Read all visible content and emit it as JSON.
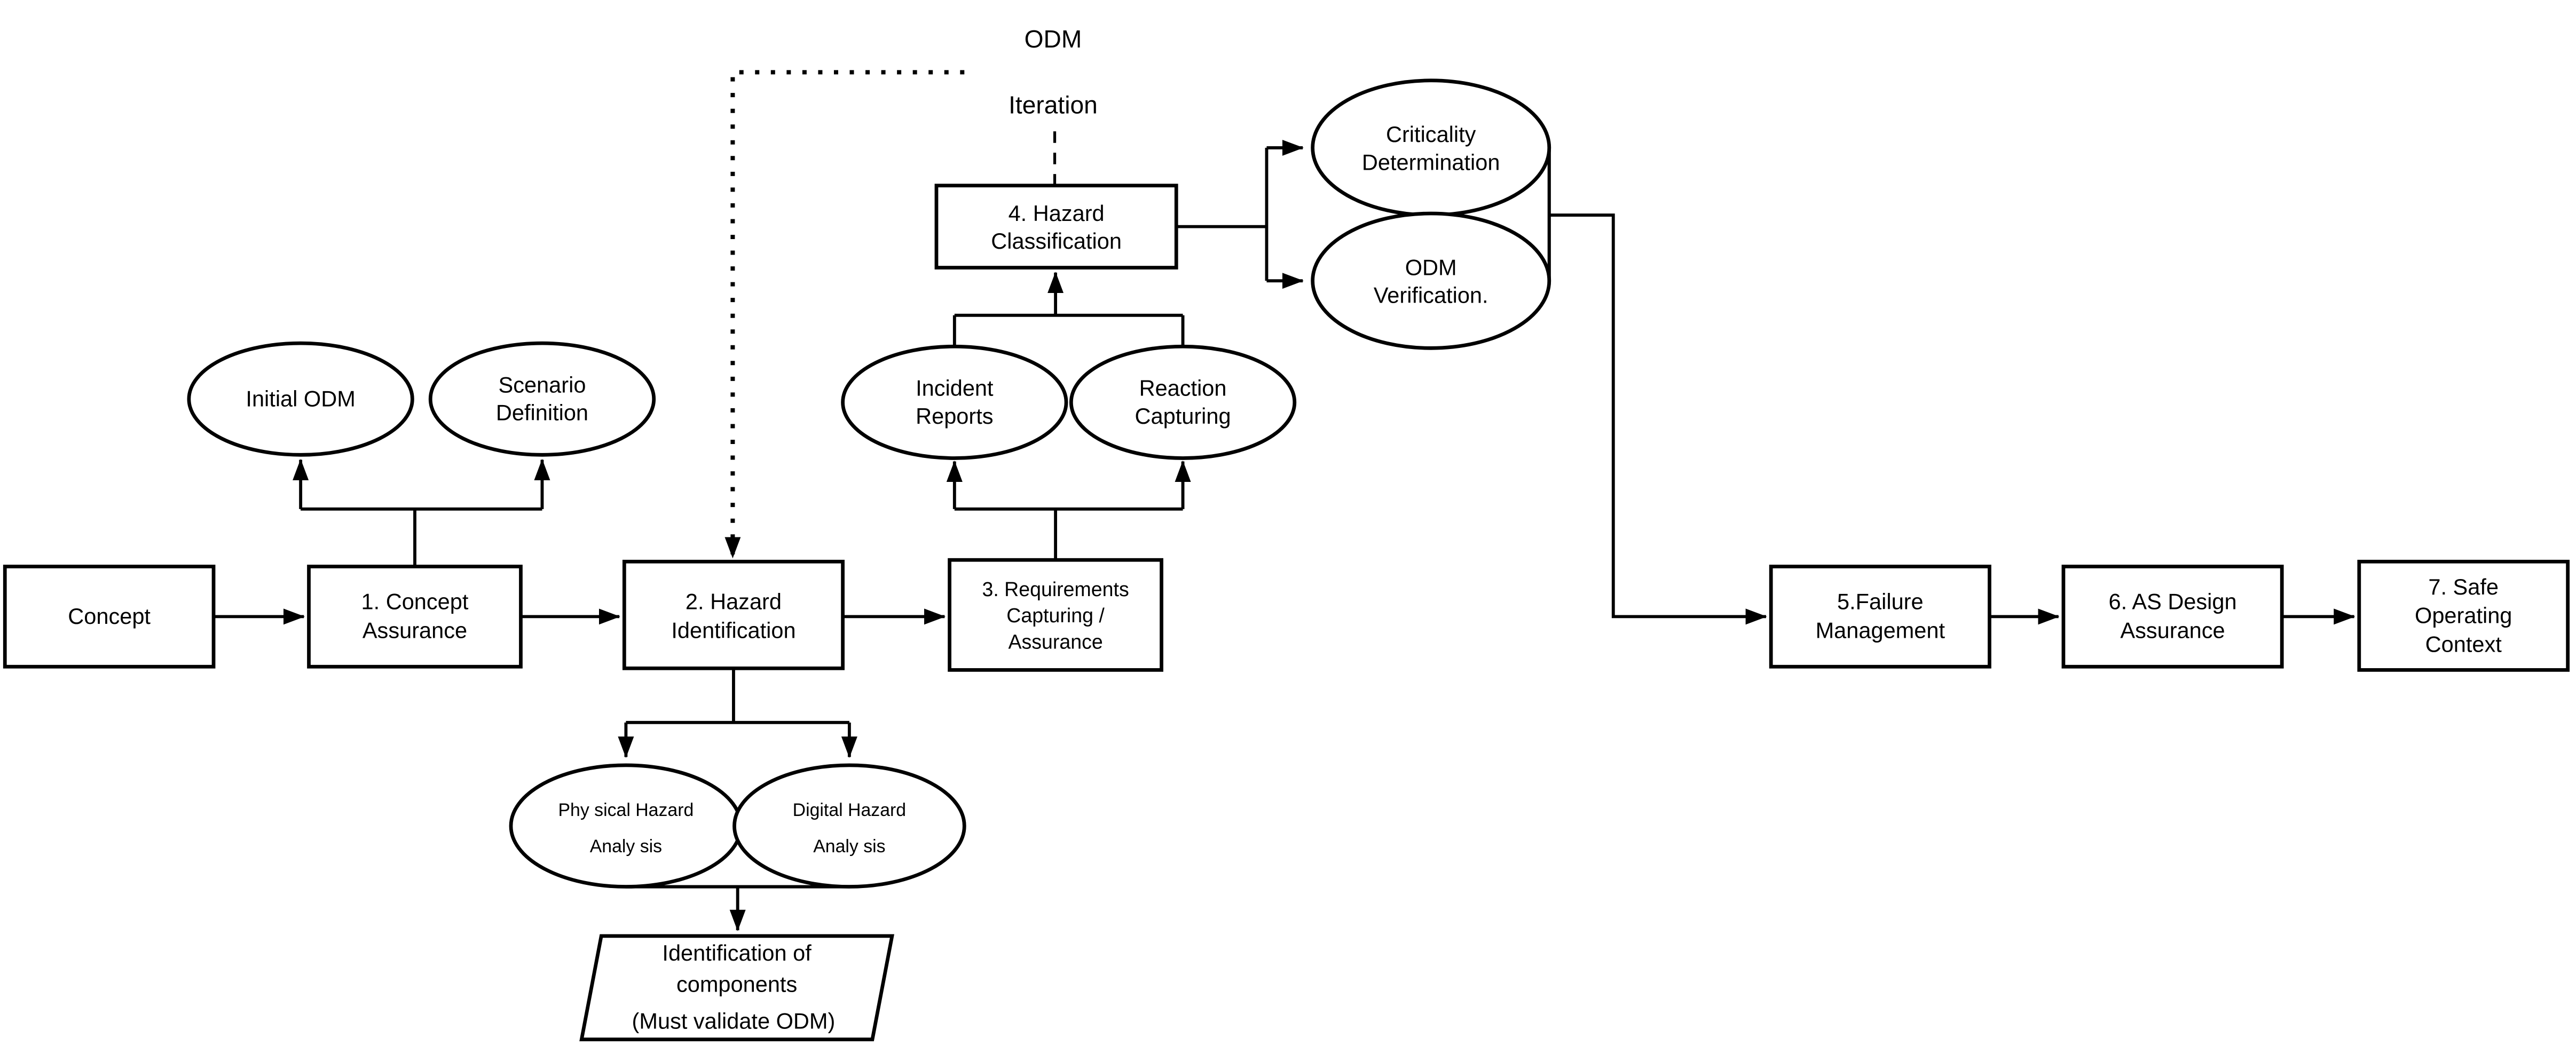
{
  "colors": {
    "ink": "#000000",
    "paper": "#ffffff"
  },
  "nodes": {
    "odm_iteration": {
      "lines": [
        "ODM",
        "Iteration"
      ]
    },
    "concept": {
      "lines": [
        "Concept"
      ]
    },
    "step1": {
      "lines": [
        "1. Concept",
        "Assurance"
      ]
    },
    "step2": {
      "lines": [
        "2. Hazard",
        "Identification"
      ]
    },
    "step3": {
      "lines": [
        "3. Requirements",
        "Capturing /",
        "Assurance"
      ]
    },
    "step4": {
      "lines": [
        "4. Hazard",
        "Classification"
      ]
    },
    "step5": {
      "lines": [
        "5.Failure",
        "Management"
      ]
    },
    "step6": {
      "lines": [
        "6. AS Design",
        "Assurance"
      ]
    },
    "step7": {
      "lines": [
        "7. Safe",
        "Operating",
        "Context"
      ]
    },
    "initial_odm": {
      "lines": [
        "Initial ODM"
      ]
    },
    "scenario_definition": {
      "lines": [
        "Scenario",
        "Definition"
      ]
    },
    "incident_reports": {
      "lines": [
        "Incident",
        "Reports"
      ]
    },
    "reaction_capturing": {
      "lines": [
        "Reaction",
        "Capturing"
      ]
    },
    "criticality_determination": {
      "lines": [
        "Criticality",
        "Determination"
      ]
    },
    "odm_verification": {
      "lines": [
        "ODM",
        "Verification."
      ]
    },
    "physical_hazard_analysis": {
      "lines": [
        "Phy sical Hazard",
        "Analy sis"
      ]
    },
    "digital_hazard_analysis": {
      "lines": [
        "Digital Hazard",
        "Analy sis"
      ]
    },
    "identification_of_components": {
      "lines": [
        "Identification of",
        "components",
        "(Must validate ODM)"
      ]
    }
  }
}
